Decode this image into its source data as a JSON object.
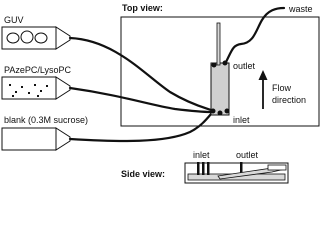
{
  "syringes": [
    {
      "label": "GUV"
    },
    {
      "label": "PAzePC/LysoPC"
    },
    {
      "label": "blank (0.3M sucrose)"
    }
  ],
  "top_view": {
    "title": "Top view:",
    "outlet_label": "outlet",
    "inlet_label": "inlet",
    "flow_label_line1": "Flow",
    "flow_label_line2": "direction",
    "waste_label": "waste"
  },
  "side_view": {
    "title": "Side view:",
    "inlet_label": "inlet",
    "outlet_label": "outlet"
  }
}
